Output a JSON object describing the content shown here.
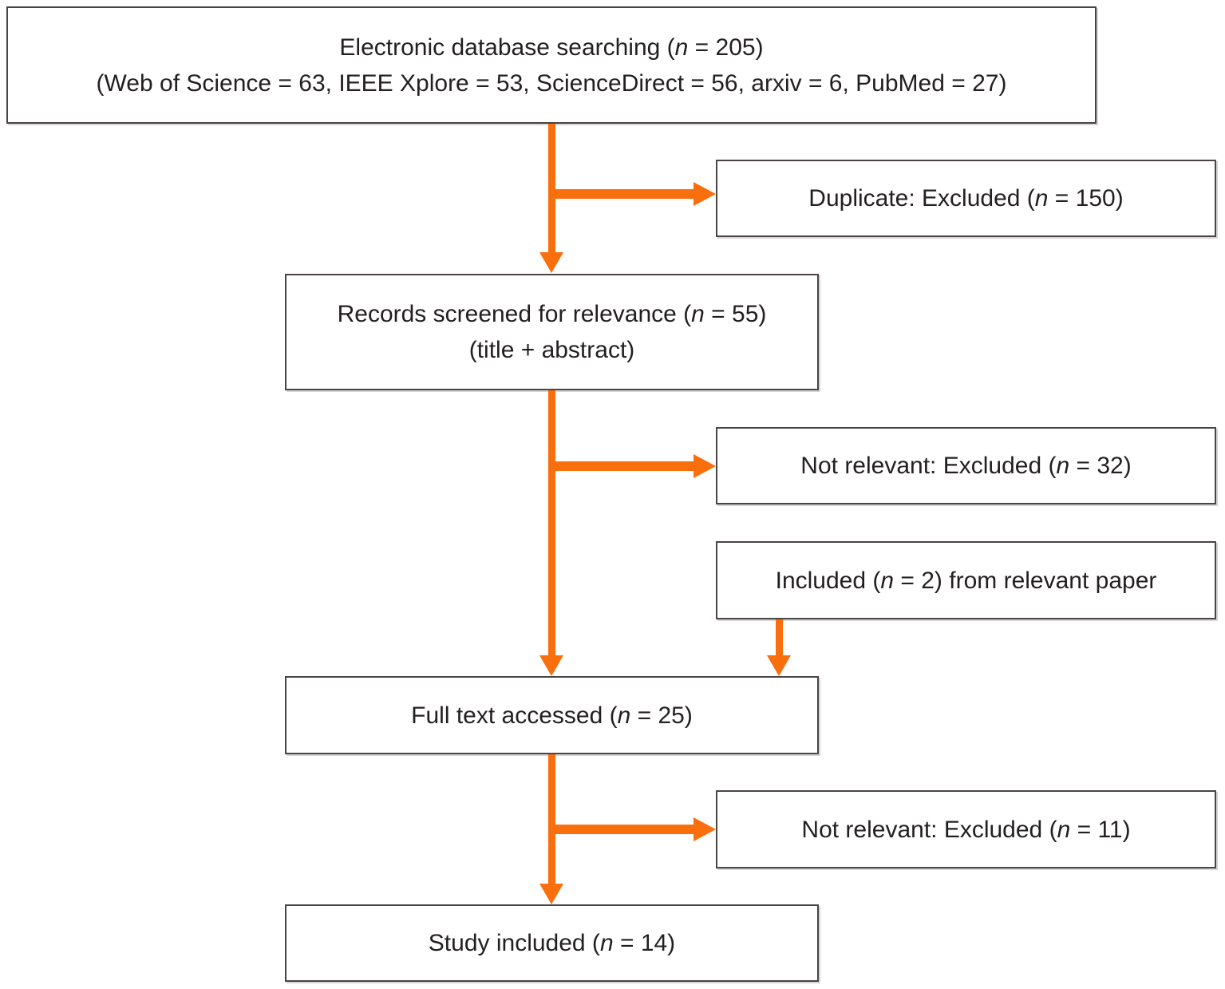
{
  "colors": {
    "arrow": "#f96e0d",
    "box_border": "#4a4443",
    "text": "#231f20",
    "background": "#ffffff"
  },
  "flowchart": {
    "search": {
      "line1_pre": "Electronic database searching (",
      "n_italic": "n",
      "line1_post": " = 205)",
      "line2": "(Web of Science = 63, IEEE Xplore = 53, ScienceDirect = 56, arxiv = 6, PubMed = 27)"
    },
    "duplicate": {
      "pre": "Duplicate: Excluded (",
      "n_italic": "n",
      "post": " = 150)"
    },
    "screened": {
      "line1_pre": "Records screened for relevance (",
      "n_italic": "n",
      "line1_post": " = 55)",
      "line2": "(title + abstract)"
    },
    "not_relevant_1": {
      "pre": "Not relevant: Excluded (",
      "n_italic": "n",
      "post": " = 32)"
    },
    "included_from_paper": {
      "pre": "Included (",
      "n_italic": "n",
      "post": " = 2) from relevant paper"
    },
    "full_text": {
      "pre": "Full text accessed (",
      "n_italic": "n",
      "post": " = 25)"
    },
    "not_relevant_2": {
      "pre": "Not relevant: Excluded (",
      "n_italic": "n",
      "post": " = 11)"
    },
    "study_included": {
      "pre": "Study included (",
      "n_italic": "n",
      "post": " = 14)"
    }
  }
}
